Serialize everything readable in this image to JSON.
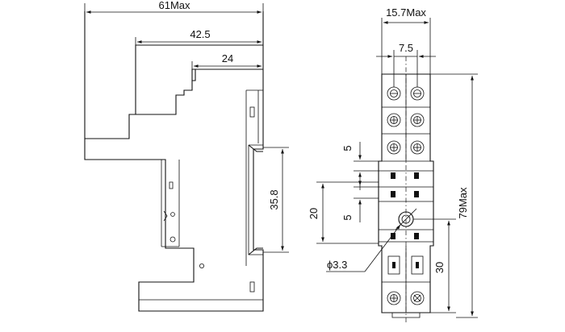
{
  "side_view": {
    "dim_overall_width": "61Max",
    "dim_step_1": "42.5",
    "dim_step_2": "24",
    "dim_clip_height": "35.8"
  },
  "front_view": {
    "dim_overall_width": "15.7Max",
    "dim_pitch": "7.5",
    "dim_pitch_upper": "5",
    "dim_pitch_lower": "5",
    "dim_hole_spacing": "20",
    "dim_hole_diameter": "ϕ3.3",
    "dim_hole_to_bottom": "30",
    "dim_overall_height": "79Max"
  }
}
